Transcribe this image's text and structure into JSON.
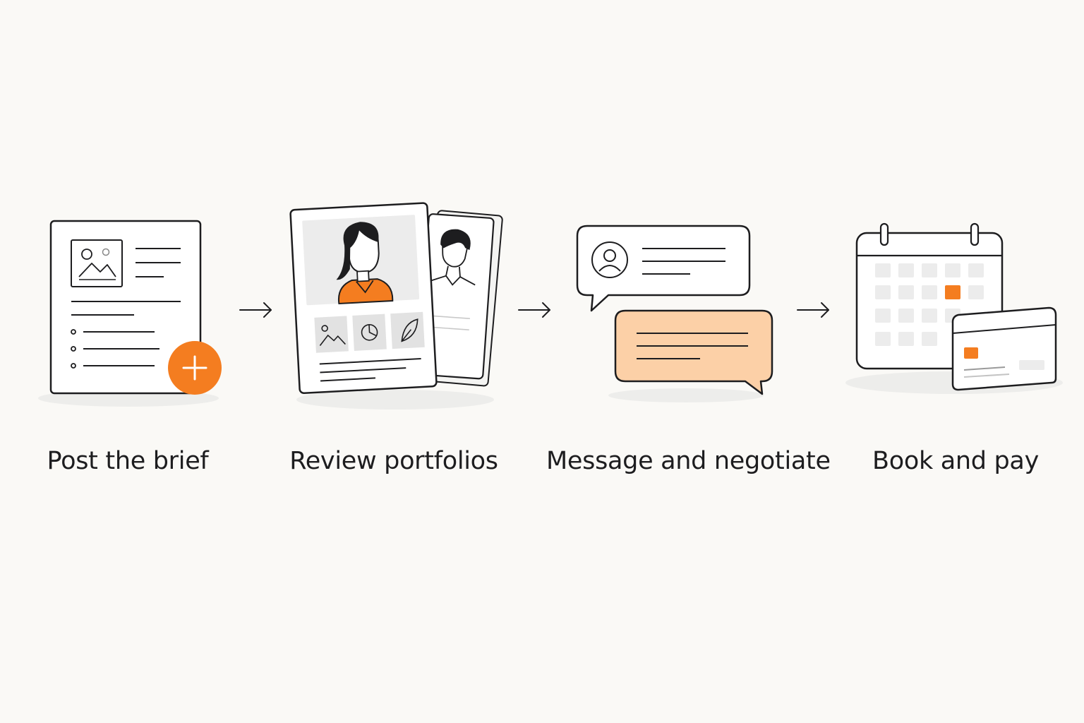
{
  "colors": {
    "background": "#faf9f6",
    "ink": "#1d1d1f",
    "accent": "#f47d20",
    "accent_light": "#fcd0a7",
    "muted": "#ececec",
    "shadow": "#ededeb"
  },
  "steps": [
    {
      "label": "Post the brief",
      "icon": "document-with-plus-icon"
    },
    {
      "label": "Review portfolios",
      "icon": "portfolio-cards-icon"
    },
    {
      "label": "Message and negotiate",
      "icon": "chat-bubbles-icon"
    },
    {
      "label": "Book and pay",
      "icon": "calendar-and-card-icon"
    }
  ],
  "connectors": [
    "arrow-right-icon",
    "arrow-right-icon",
    "arrow-right-icon"
  ]
}
